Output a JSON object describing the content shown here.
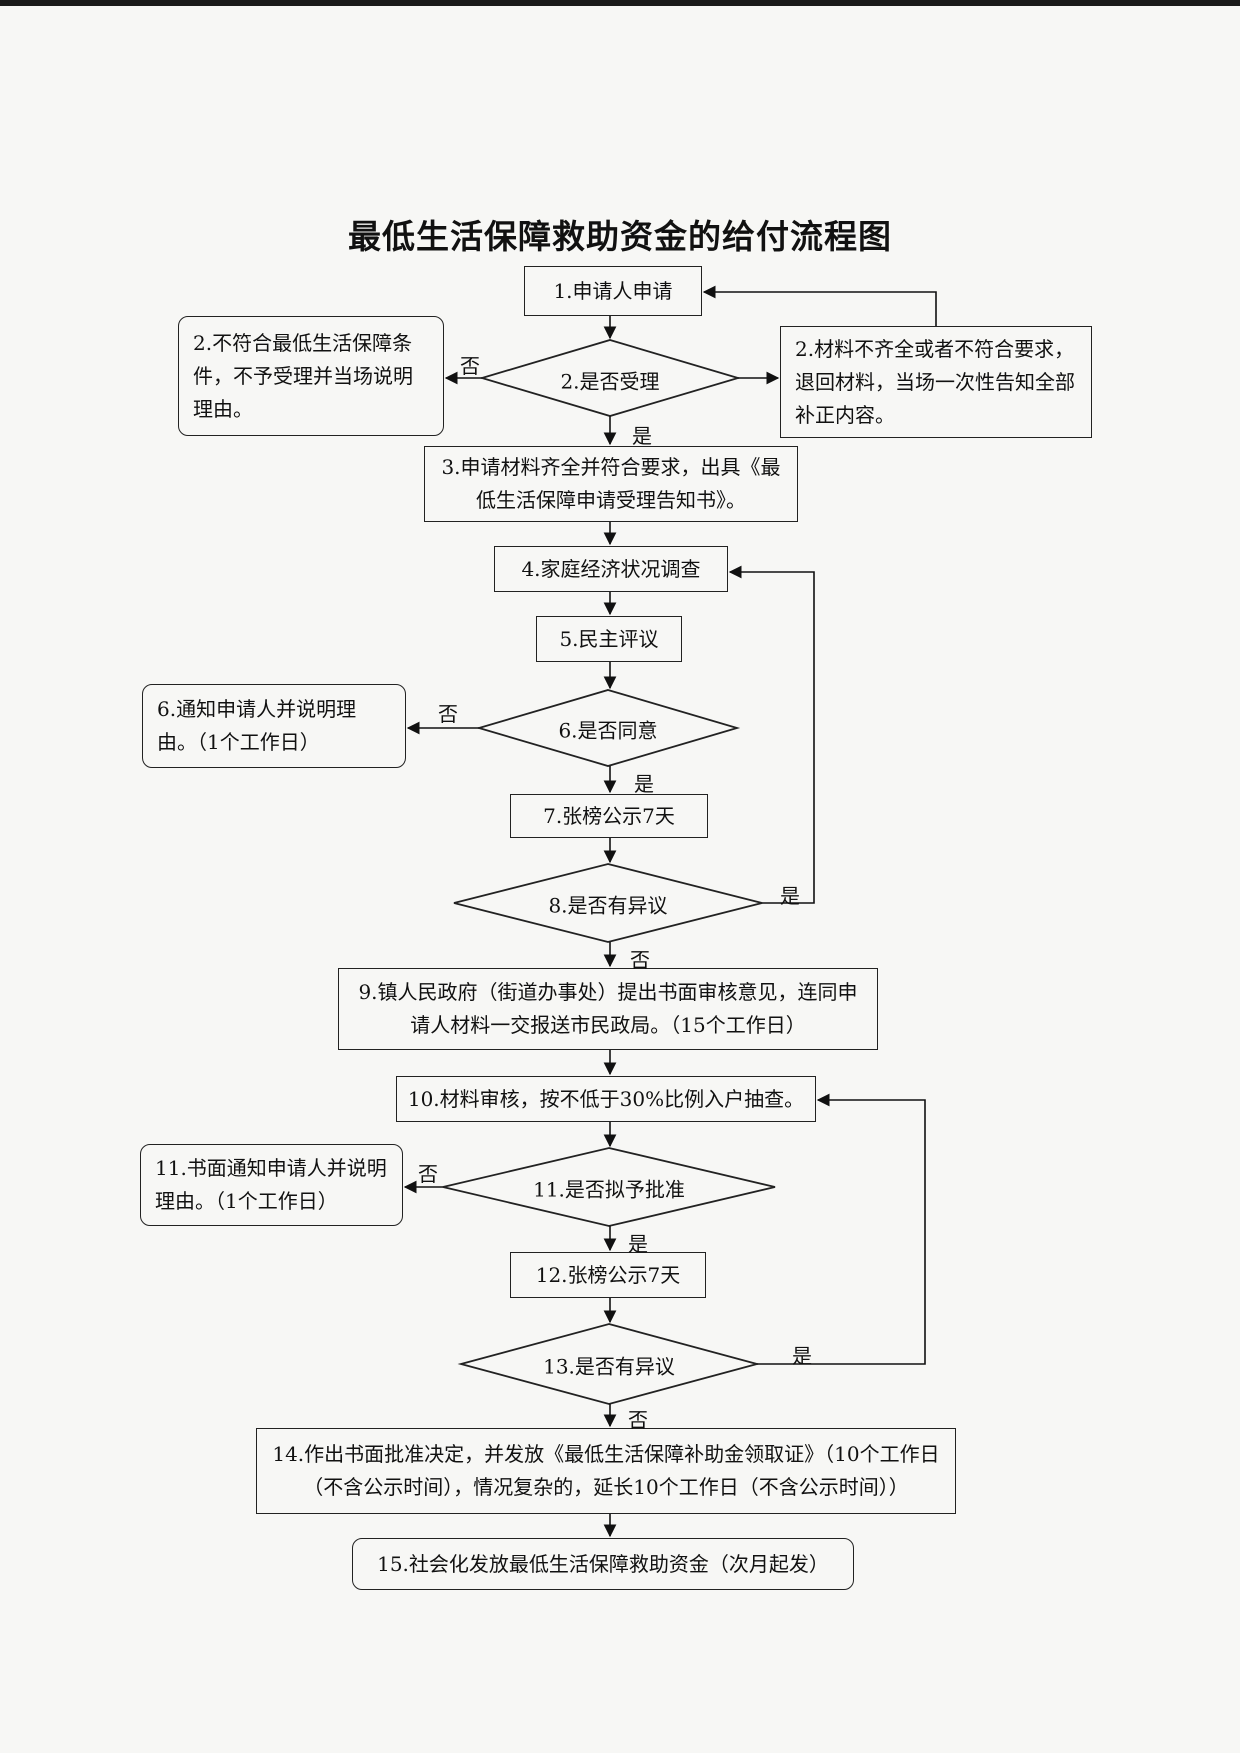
{
  "title": "最低生活保障救助资金的给付流程图",
  "nodes": {
    "n1": "1.申请人申请",
    "n2_reject": "2.不符合最低生活保障条件，不予受理并当场说明理由。",
    "n2_decision": "2.是否受理",
    "n2_return": "2.材料不齐全或者不符合要求，退回材料，当场一次性告知全部补正内容。",
    "n3": "3.申请材料齐全并符合要求，出具《最低生活保障申请受理告知书》。",
    "n4": "4.家庭经济状况调查",
    "n5": "5.民主评议",
    "n6_notify": "6.通知申请人并说明理由。（1个工作日）",
    "n6_decision": "6.是否同意",
    "n7": "7.张榜公示7天",
    "n8_decision": "8.是否有异议",
    "n9": "9.镇人民政府（街道办事处）提出书面审核意见，连同申请人材料一交报送市民政局。（15个工作日）",
    "n10": "10.材料审核，按不低于30%比例入户抽查。",
    "n11_notify": "11.书面通知申请人并说明理由。（1个工作日）",
    "n11_decision": "11.是否拟予批准",
    "n12": "12.张榜公示7天",
    "n13_decision": "13.是否有异议",
    "n14": "14.作出书面批准决定，并发放《最低生活保障补助金领取证》（10个工作日（不含公示时间），情况复杂的，延长10个工作日（不含公示时间））",
    "n15": "15.社会化发放最低生活保障救助资金（次月起发）"
  },
  "labels": {
    "yes": "是",
    "no": "否"
  }
}
